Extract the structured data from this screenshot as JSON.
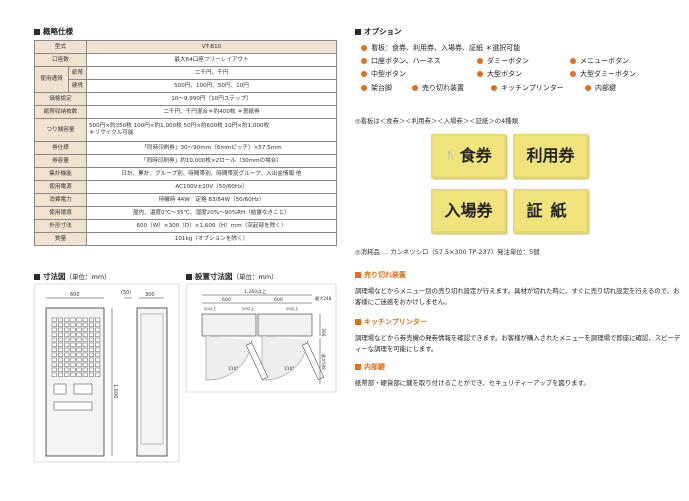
{
  "spec": {
    "title": "概略仕様",
    "rows": [
      {
        "label": "型式",
        "value": "VT-B10"
      },
      {
        "label": "口座数",
        "value": "最大64口座フリーレイアウト"
      },
      {
        "label": "使用通貨",
        "sub": "紙幣",
        "value": "二千円、千円"
      },
      {
        "label": "",
        "sub": "硬貨",
        "value": "500円、100円、50円、10円"
      },
      {
        "label": "価格設定",
        "value": "10～9,990円（10円ステップ）"
      },
      {
        "label": "紙幣収納枚数",
        "value": "二千円、千円混合＊約400枚 ＊意紙券"
      },
      {
        "label": "つり銭容量",
        "value": "500円×約350枚 100円×約1,000枚 50円×約600枚 10円×約1,000枚",
        "value2": "＊リサイクル可能"
      },
      {
        "label": "券仕様",
        "value": "「同時印刷券」30～90mm（6mmピッチ）×57.5mm"
      },
      {
        "label": "券容量",
        "value": "「同時印刷券」約10,000枚×2ロール（30mmの場合）"
      },
      {
        "label": "集計機能",
        "value": "日計、累計、グループ別、時間帯別、時間帯別グループ、入出金情報 他"
      },
      {
        "label": "使用電源",
        "value": "AC100V±10V（50/60Hz）"
      },
      {
        "label": "消費電力",
        "value": "待機時 44W　定格 83/84W（50/60Hz）"
      },
      {
        "label": "使用環境",
        "value": "屋内、温度0℃～35℃、湿度20%～90%RH（結露なきこと）"
      },
      {
        "label": "外形寸法",
        "value": "600（W）×300（D）×1,600（H）mm（突起部を除く）"
      },
      {
        "label": "質量",
        "value": "101kg（オプションを除く）"
      }
    ]
  },
  "dimension_fig": {
    "title": "寸法図",
    "unit": "（単位：mm）",
    "w": "600",
    "gap": "(50)",
    "d": "300",
    "h": "1,600"
  },
  "install_fig": {
    "title": "設置寸法図",
    "unit": "（単位：mm）",
    "total": "1,260以上",
    "w1": "600",
    "w2": "600",
    "c1": "20以上",
    "c2": "20以上",
    "c3": "20以上",
    "side": "最大248",
    "depth": "300",
    "bottom": "最大589",
    "angle1": "110°",
    "angle2": "110°"
  },
  "options": {
    "title": "オプション",
    "items": [
      {
        "label": "看板：食券、利用券、入場券、証紙 ＊選択可能"
      },
      {
        "label": "口座ボタン、ハーネス"
      },
      {
        "label": "ダミーボタン"
      },
      {
        "label": "メニューボタン"
      },
      {
        "label": "中型ボタン"
      },
      {
        "label": "大型ボタン"
      },
      {
        "label": "大型ダミーボタン"
      },
      {
        "label": "架台脚"
      },
      {
        "label": "売り切れ装置"
      },
      {
        "label": "キッチンプリンター"
      },
      {
        "label": "内部鍵"
      }
    ],
    "sign_note": "◎看板は＜食券＞＜利用券＞＜入場券＞＜証紙＞の4種類",
    "signs": [
      "食券",
      "利用券",
      "入場券",
      "証紙"
    ],
    "sign_icon": "food-icon",
    "consumable_note": "◎消耗品 … カンネツシロ（57.5×300 TP-237）発注単位：5個"
  },
  "details": [
    {
      "title": "売り切れ装置",
      "text": "調理場などからメニュー別の売り切れ設定が行えます。具材が切れた時に、すぐに売り切れ設定を行えるので、お客様にご迷惑をおかけしません。"
    },
    {
      "title": "キッチンプリンター",
      "text": "調理場などから券売機の発券情報を確認できます。お客様が購入されたメニューを調理場で即座に確認、スピーディーな調理を可能にします。"
    },
    {
      "title": "内部鍵",
      "text": "紙幣部・硬貨部に鍵を取り付けることができ、セキュリティーアップを図ります。"
    }
  ],
  "colors": {
    "accent": "#e0701b",
    "header_bg": "#efe3cf",
    "sign_bg": "#f0e37c"
  }
}
